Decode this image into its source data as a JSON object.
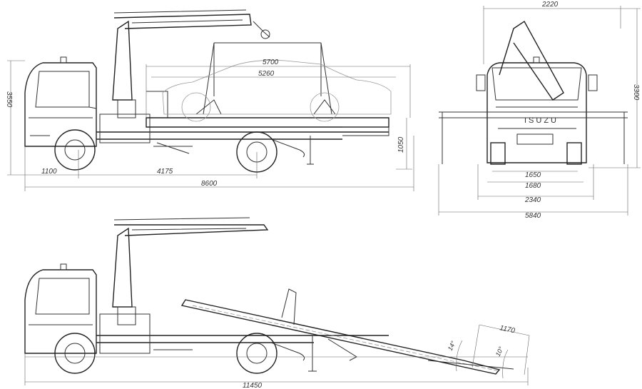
{
  "title": "Isuzu tow truck with crane manipulator – dimension drawing",
  "side_view": {
    "height_total": "3550",
    "car_length_outer": "5700",
    "car_length_inner": "5260",
    "platform_height": "1050",
    "front_overhang": "1100",
    "wheelbase": "4175",
    "length_total": "8600"
  },
  "front_view": {
    "width_top": "2220",
    "height": "3300",
    "track_front": "1650",
    "track_rear": "1680",
    "body_width": "2340",
    "outrigger_span": "5840",
    "brand_label": "ISUZU"
  },
  "tilted_view": {
    "length_total": "11450",
    "ramp_extension": "1170",
    "platform_angle": "14°",
    "ramp_angle": "10°"
  }
}
